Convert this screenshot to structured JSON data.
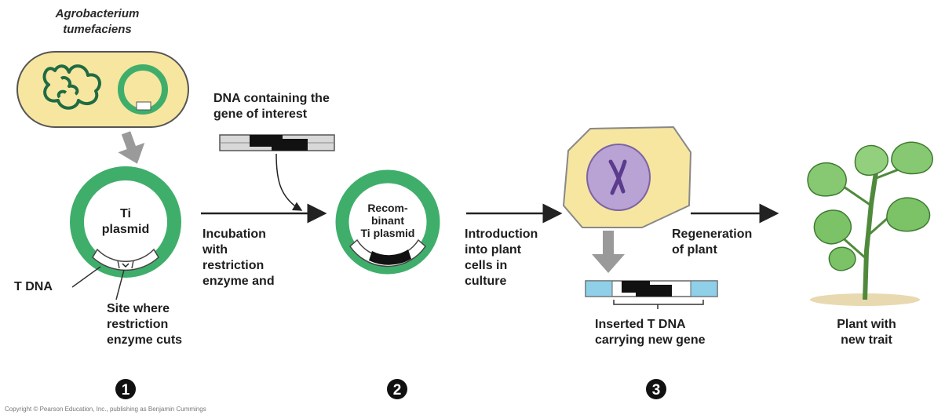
{
  "labels": {
    "bacterium_line1": "Agrobacterium",
    "bacterium_line2": "tumefaciens",
    "dna_line1": "DNA containing the",
    "dna_line2": "gene of interest",
    "ti_line1": "Ti",
    "ti_line2": "plasmid",
    "tdna": "T DNA",
    "site_line1": "Site where",
    "site_line2": "restriction",
    "site_line3": "enzyme cuts",
    "incubation_line1": "Incubation",
    "incubation_line2": "with",
    "incubation_line3": "restriction",
    "incubation_line4": "enzyme and",
    "recomb_line1": "Recom-",
    "recomb_line2": "binant",
    "recomb_line3": "Ti plasmid",
    "intro_line1": "Introduction",
    "intro_line2": "into plant",
    "intro_line3": "cells in",
    "intro_line4": "culture",
    "regen_line1": "Regeneration",
    "regen_line2": "of plant",
    "inserted_line1": "Inserted T DNA",
    "inserted_line2": "carrying new gene",
    "plant_line1": "Plant with",
    "plant_line2": "new trait",
    "copyright": "Copyright © Pearson Education, Inc., publishing as Benjamin Cummings"
  },
  "steps": [
    "1",
    "2",
    "3"
  ],
  "colors": {
    "plasmid_green": "#3fae6b",
    "cell_yellow": "#f7e6a0",
    "nucleus_purple": "#b9a2d4",
    "arrow_gray": "#9a9a9a",
    "tdna_blue": "#8fd0e8"
  }
}
